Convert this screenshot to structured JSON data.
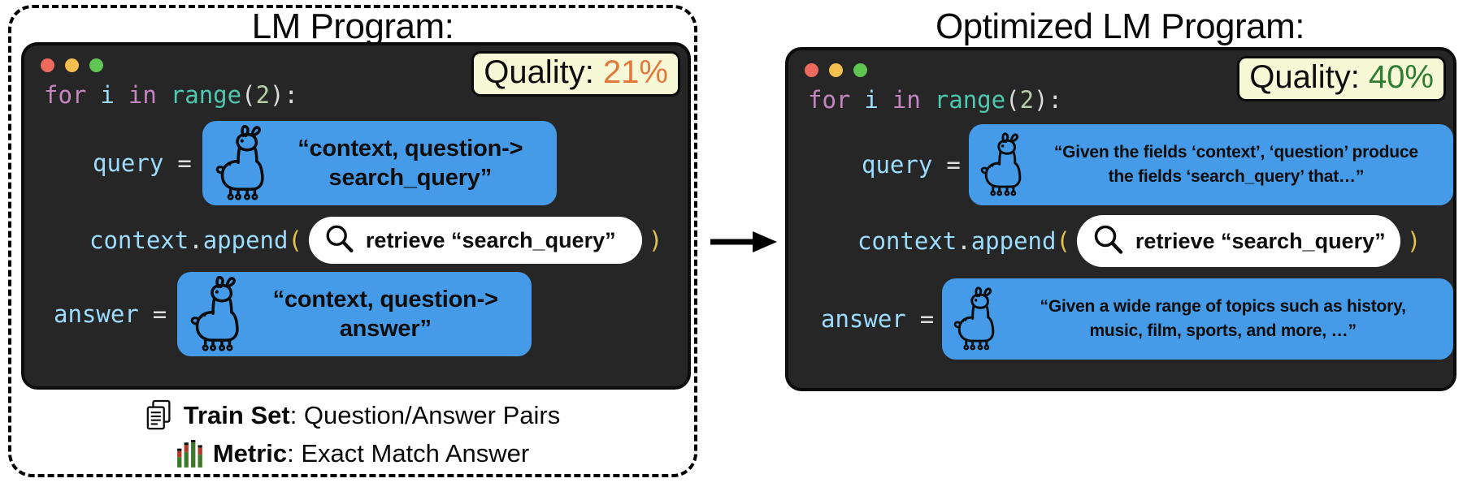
{
  "colors": {
    "window_bg": "#262626",
    "window_border": "#0c0c0c",
    "prompt_box_blue": "#459BE8",
    "quality_badge_bg": "#F7F8D6",
    "quality_low_orange": "#E2793B",
    "quality_high_green": "#2E7D32",
    "code_keyword_pink": "#C586C0",
    "code_variable_blue": "#9CDCFE",
    "code_function_teal": "#4EC9B0",
    "code_number_green": "#B5CEA8",
    "code_paren_yellow": "#E2C04A",
    "traffic_red": "#ED6A5F",
    "traffic_yellow": "#F5BF4F",
    "traffic_green": "#61C554",
    "metric_bar_red": "#B23A25",
    "metric_bar_green": "#3C7A28"
  },
  "left_panel": {
    "title": "LM Program:",
    "window": {
      "quality_label": "Quality:",
      "quality_value": "21%",
      "code_line": {
        "kw_for": "for",
        "var_i": "i",
        "kw_in": "in",
        "fn_range": "range",
        "paren_open": "(",
        "number": "2",
        "paren_close": ")",
        "colon": ":"
      },
      "query_line": {
        "var": "query",
        "op": "=",
        "prompt": "“context, question->\nsearch_query”"
      },
      "context_line": {
        "obj": "context",
        "dot": ".",
        "method": "append",
        "paren_open": "(",
        "retrieve_label": "retrieve “search_query”",
        "paren_close": ")"
      },
      "answer_line": {
        "var": "answer",
        "op": "=",
        "prompt": "“context, question->\nanswer”"
      }
    },
    "footer": {
      "train_set_label": "Train Set",
      "train_set_text": ": Question/Answer Pairs",
      "metric_label": "Metric",
      "metric_text": ": Exact Match Answer"
    }
  },
  "right_panel": {
    "title": "Optimized LM Program:",
    "window": {
      "quality_label": "Quality:",
      "quality_value": "40%",
      "code_line": {
        "kw_for": "for",
        "var_i": "i",
        "kw_in": "in",
        "fn_range": "range",
        "paren_open": "(",
        "number": "2",
        "paren_close": ")",
        "colon": ":"
      },
      "query_line": {
        "var": "query",
        "op": "=",
        "prompt": "“Given the fields ‘context’, ‘question’ produce\nthe fields ‘search_query’ that…”"
      },
      "context_line": {
        "obj": "context",
        "dot": ".",
        "method": "append",
        "paren_open": "(",
        "retrieve_label": "retrieve “search_query”",
        "paren_close": ")"
      },
      "answer_line": {
        "var": "answer",
        "op": "=",
        "prompt": "“Given a wide range of topics such as history,\nmusic, film, sports, and more, …”"
      }
    }
  }
}
